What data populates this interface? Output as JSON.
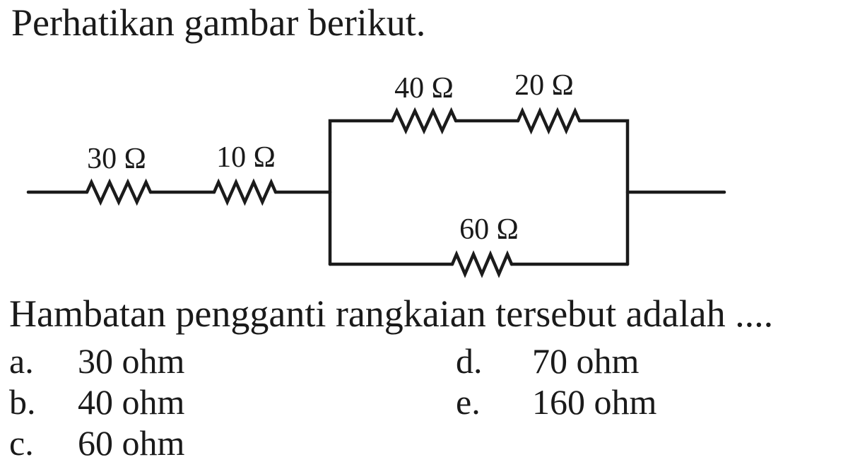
{
  "intro": "Perhatikan gambar berikut.",
  "question": "Hambatan pengganti rangkaian tersebut adalah ....",
  "circuit": {
    "ink_color": "#1b1b1b",
    "resistors": [
      {
        "label": "30 Ω"
      },
      {
        "label": "10 Ω"
      },
      {
        "label": "40 Ω"
      },
      {
        "label": "20 Ω"
      },
      {
        "label": "60 Ω"
      }
    ]
  },
  "options": [
    {
      "letter": "a.",
      "text": "30 ohm"
    },
    {
      "letter": "b.",
      "text": "40 ohm"
    },
    {
      "letter": "c.",
      "text": "60 ohm"
    },
    {
      "letter": "d.",
      "text": "70 ohm"
    },
    {
      "letter": "e.",
      "text": "160 ohm"
    }
  ]
}
